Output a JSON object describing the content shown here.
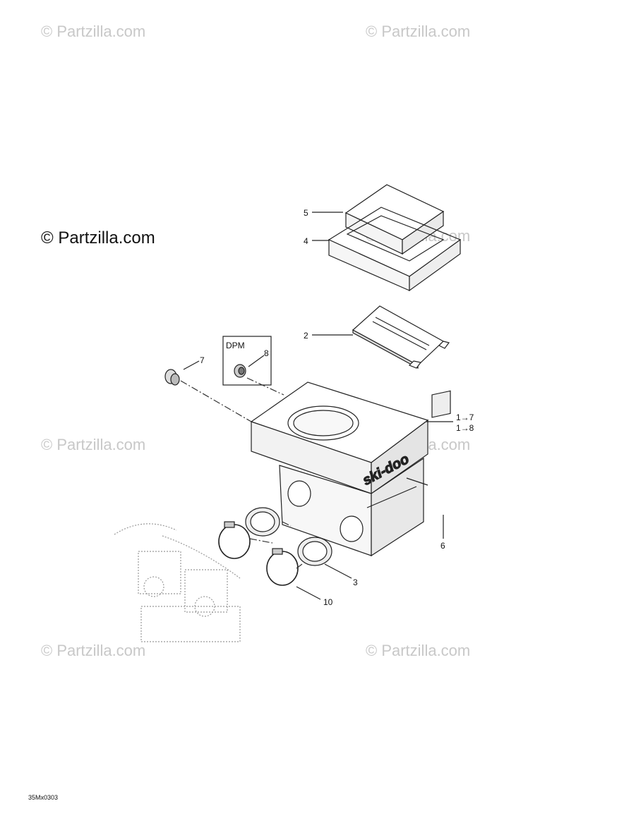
{
  "watermarks": {
    "main": "© Partzilla.com",
    "faint": "© Partzilla.com"
  },
  "diagram_code": "35Mx0303",
  "box_label": "DPM",
  "brand_logo": "ski-doo",
  "callouts": [
    {
      "id": "c1",
      "text": "1→7"
    },
    {
      "id": "c1b",
      "text": "1→8"
    },
    {
      "id": "c2",
      "text": "2"
    },
    {
      "id": "c3",
      "text": "3"
    },
    {
      "id": "c4",
      "text": "4"
    },
    {
      "id": "c5",
      "text": "5"
    },
    {
      "id": "c6",
      "text": "6"
    },
    {
      "id": "c7",
      "text": "7"
    },
    {
      "id": "c8",
      "text": "8"
    },
    {
      "id": "c10",
      "text": "10"
    }
  ]
}
